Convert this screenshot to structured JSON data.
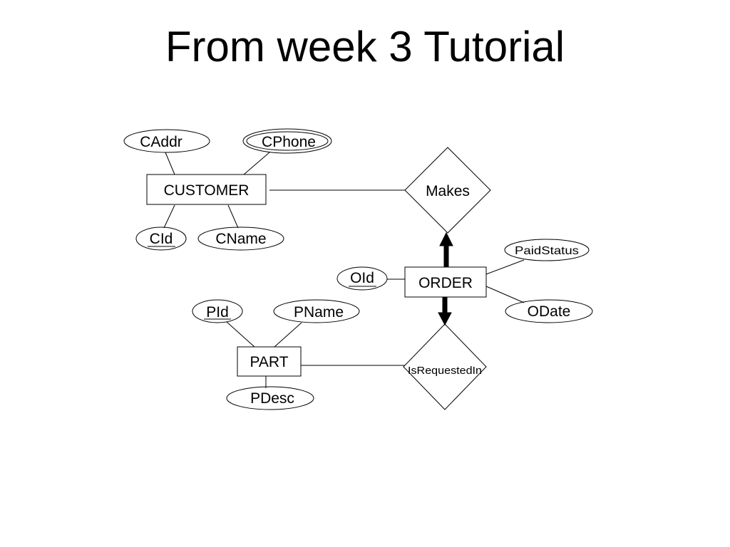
{
  "slide": {
    "title": "From week 3 Tutorial"
  },
  "entities": {
    "customer": "CUSTOMER",
    "order": "ORDER",
    "part": "PART"
  },
  "relationships": {
    "makes": "Makes",
    "is_requested_in": "IsRequestedIn"
  },
  "attributes": {
    "caddr": "CAddr",
    "cphone": "CPhone",
    "cid": "CId",
    "cname": "CName",
    "paid_status": "PaidStatus",
    "oid": "OId",
    "odate": "ODate",
    "pid": "PId",
    "pname": "PName",
    "pdesc": "PDesc"
  },
  "colors": {
    "stroke": "#000000",
    "background": "#ffffff"
  }
}
